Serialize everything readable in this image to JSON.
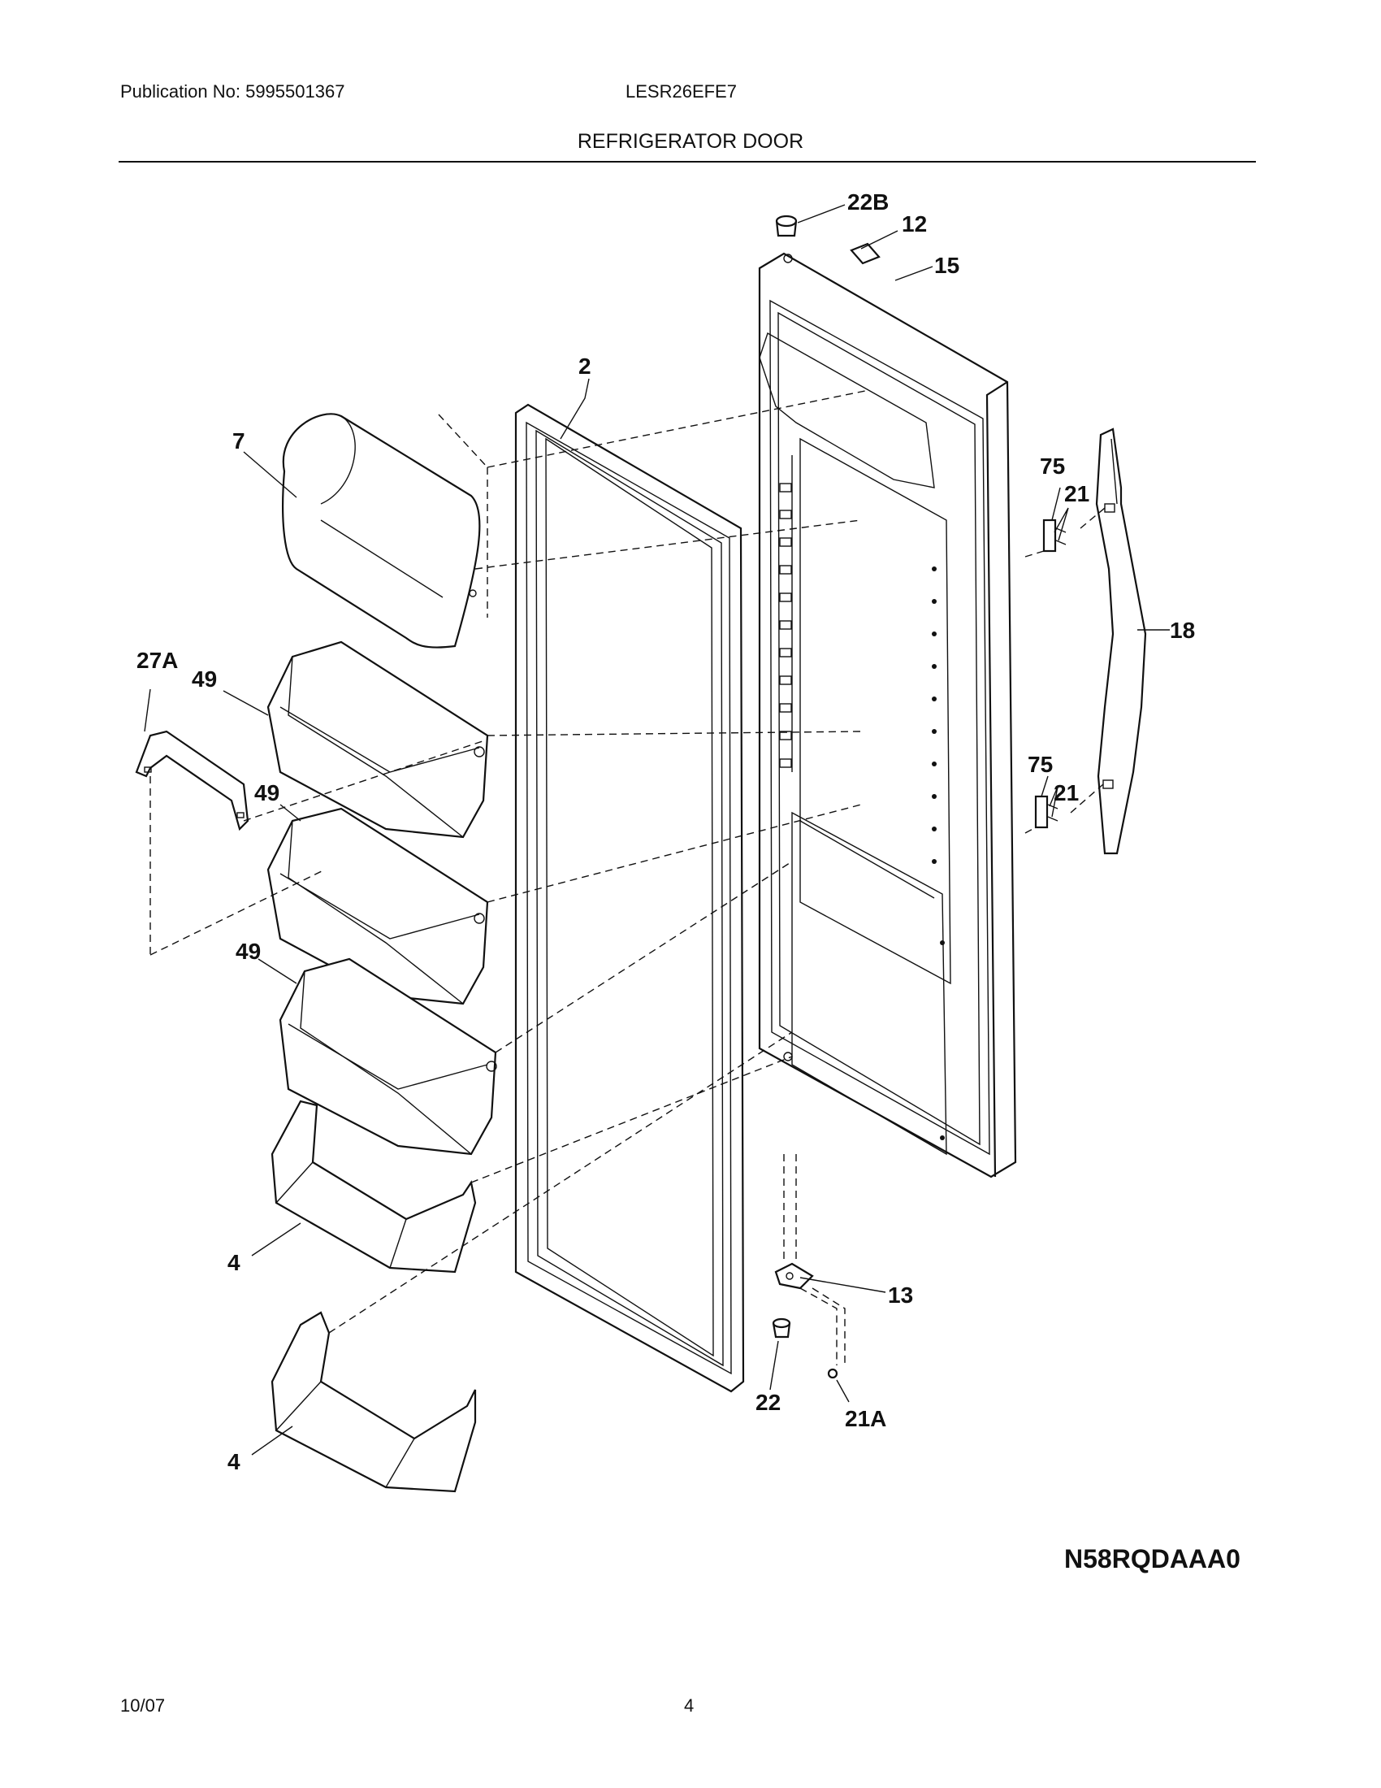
{
  "header": {
    "publication": "Publication No: 5995501367",
    "model": "LESR26EFE7",
    "title": "REFRIGERATOR DOOR"
  },
  "callouts": {
    "c22B": "22B",
    "c12": "12",
    "c15": "15",
    "c2": "2",
    "c7": "7",
    "c75a": "75",
    "c21a": "21",
    "c18": "18",
    "c27A": "27A",
    "c49a": "49",
    "c49b": "49",
    "c49c": "49",
    "c75b": "75",
    "c21b": "21",
    "c4a": "4",
    "c4b": "4",
    "c13": "13",
    "c22": "22",
    "c21A": "21A"
  },
  "diagram_code": "N58RQDAAA0",
  "footer": {
    "date": "10/07",
    "page": "4"
  }
}
